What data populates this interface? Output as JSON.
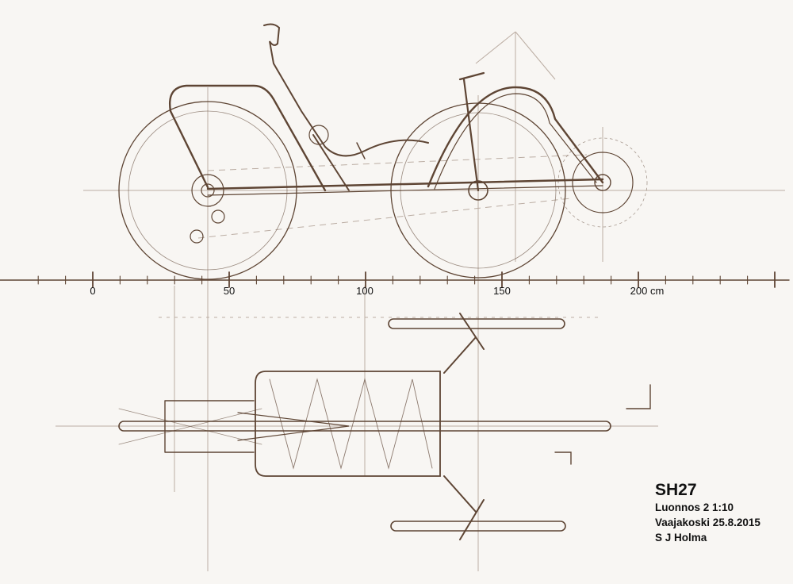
{
  "drawing": {
    "ink_color": "#5e4534",
    "background": "#f8f6f3",
    "views": [
      "side-view",
      "top-view"
    ]
  },
  "ruler": {
    "labels": [
      "0",
      "50",
      "100",
      "150",
      "200 cm"
    ],
    "values_cm": [
      0,
      50,
      100,
      150,
      200
    ],
    "minor_tick_step_cm": 10
  },
  "title_block": {
    "title": "SH27",
    "line1": "Luonnos 2 1:10",
    "line2": "Vaajakoski 25.8.2015",
    "line3": "S J Holma"
  }
}
